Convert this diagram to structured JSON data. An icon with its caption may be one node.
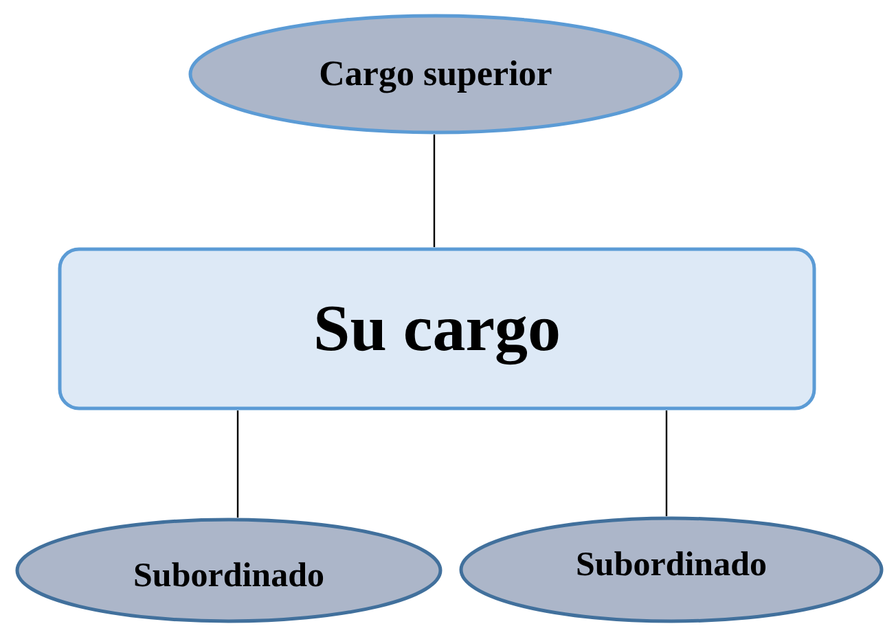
{
  "diagram": {
    "nodes": [
      {
        "text": [
          "Cargo superior"
        ]
      },
      {
        "text": [
          "Su cargo"
        ]
      },
      {
        "text": [
          "Subordinado"
        ]
      },
      {
        "text": [
          "Subordinado"
        ]
      }
    ],
    "edges": [
      {
        "from": 0,
        "to": 1,
        "arrow": "none"
      },
      {
        "from": 1,
        "to": 2,
        "arrow": "none"
      },
      {
        "from": 1,
        "to": 3,
        "arrow": "none"
      }
    ]
  }
}
